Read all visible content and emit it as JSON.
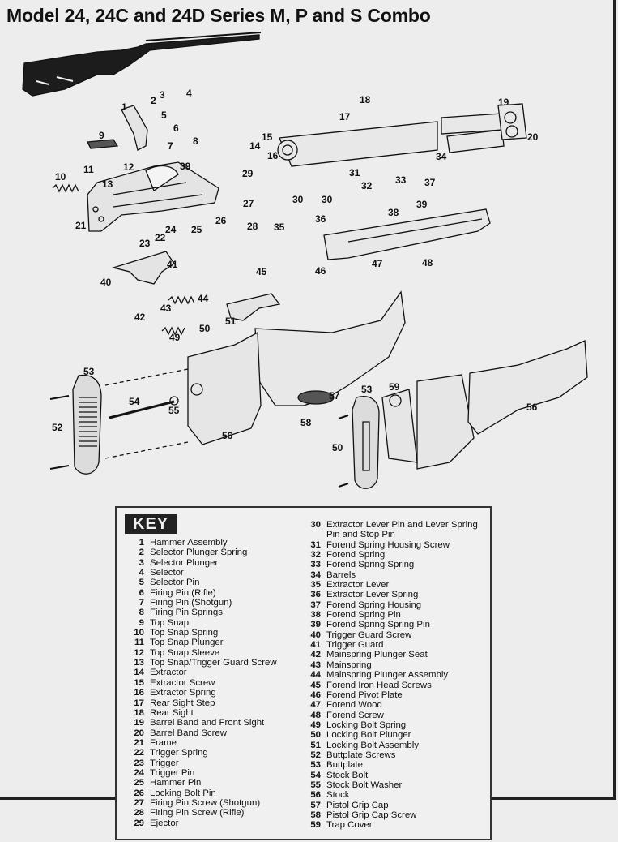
{
  "title": "Model 24, 24C and 24D Series M, P and S Combo",
  "key_heading": "KEY",
  "callouts": [
    "1",
    "2",
    "3",
    "4",
    "5",
    "6",
    "7",
    "8",
    "9",
    "10",
    "11",
    "12",
    "13",
    "14",
    "15",
    "16",
    "17",
    "18",
    "19",
    "20",
    "21",
    "22",
    "23",
    "24",
    "25",
    "26",
    "27",
    "28",
    "29",
    "30",
    "30",
    "31",
    "32",
    "33",
    "34",
    "35",
    "36",
    "37",
    "38",
    "39",
    "39",
    "40",
    "41",
    "42",
    "43",
    "44",
    "45",
    "46",
    "47",
    "48",
    "49",
    "50",
    "50",
    "51",
    "52",
    "53",
    "53",
    "54",
    "55",
    "56",
    "56",
    "57",
    "58",
    "59"
  ],
  "key_left": [
    {
      "n": "1",
      "t": "Hammer Assembly"
    },
    {
      "n": "2",
      "t": "Selector Plunger Spring"
    },
    {
      "n": "3",
      "t": "Selector Plunger"
    },
    {
      "n": "4",
      "t": "Selector"
    },
    {
      "n": "5",
      "t": "Selector Pin"
    },
    {
      "n": "6",
      "t": "Firing Pin (Rifle)"
    },
    {
      "n": "7",
      "t": "Firing Pin (Shotgun)"
    },
    {
      "n": "8",
      "t": "Firing Pin Springs"
    },
    {
      "n": "9",
      "t": "Top Snap"
    },
    {
      "n": "10",
      "t": "Top Snap Spring"
    },
    {
      "n": "11",
      "t": "Top Snap Plunger"
    },
    {
      "n": "12",
      "t": "Top Snap Sleeve"
    },
    {
      "n": "13",
      "t": "Top Snap/Trigger Guard Screw"
    },
    {
      "n": "14",
      "t": "Extractor"
    },
    {
      "n": "15",
      "t": "Extractor Screw"
    },
    {
      "n": "16",
      "t": "Extractor Spring"
    },
    {
      "n": "17",
      "t": "Rear Sight Step"
    },
    {
      "n": "18",
      "t": "Rear Sight"
    },
    {
      "n": "19",
      "t": "Barrel Band and Front Sight"
    },
    {
      "n": "20",
      "t": "Barrel Band Screw"
    },
    {
      "n": "21",
      "t": "Frame"
    },
    {
      "n": "22",
      "t": "Trigger Spring"
    },
    {
      "n": "23",
      "t": "Trigger"
    },
    {
      "n": "24",
      "t": "Trigger Pin"
    },
    {
      "n": "25",
      "t": "Hammer Pin"
    },
    {
      "n": "26",
      "t": "Locking Bolt Pin"
    },
    {
      "n": "27",
      "t": "Firing Pin Screw (Shotgun)"
    },
    {
      "n": "28",
      "t": "Firing Pin Screw (Rifle)"
    },
    {
      "n": "29",
      "t": "Ejector"
    }
  ],
  "key_right": [
    {
      "n": "30",
      "t": "Extractor Lever Pin and Lever Spring Pin and Stop Pin"
    },
    {
      "n": "31",
      "t": "Forend Spring Housing Screw"
    },
    {
      "n": "32",
      "t": "Forend Spring"
    },
    {
      "n": "33",
      "t": "Forend Spring Spring"
    },
    {
      "n": "34",
      "t": "Barrels"
    },
    {
      "n": "35",
      "t": "Extractor Lever"
    },
    {
      "n": "36",
      "t": "Extractor Lever Spring"
    },
    {
      "n": "37",
      "t": "Forend Spring Housing"
    },
    {
      "n": "38",
      "t": "Forend Spring Pin"
    },
    {
      "n": "39",
      "t": "Forend Spring Spring Pin"
    },
    {
      "n": "40",
      "t": "Trigger Guard Screw"
    },
    {
      "n": "41",
      "t": "Trigger Guard"
    },
    {
      "n": "42",
      "t": "Mainspring Plunger Seat"
    },
    {
      "n": "43",
      "t": "Mainspring"
    },
    {
      "n": "44",
      "t": "Mainspring Plunger Assembly"
    },
    {
      "n": "45",
      "t": "Forend Iron Head Screws"
    },
    {
      "n": "46",
      "t": "Forend Pivot Plate"
    },
    {
      "n": "47",
      "t": "Forend Wood"
    },
    {
      "n": "48",
      "t": "Forend Screw"
    },
    {
      "n": "49",
      "t": "Locking Bolt Spring"
    },
    {
      "n": "50",
      "t": "Locking Bolt Plunger"
    },
    {
      "n": "51",
      "t": "Locking Bolt Assembly"
    },
    {
      "n": "52",
      "t": "Buttplate Screws"
    },
    {
      "n": "53",
      "t": "Buttplate"
    },
    {
      "n": "54",
      "t": "Stock Bolt"
    },
    {
      "n": "55",
      "t": "Stock Bolt Washer"
    },
    {
      "n": "56",
      "t": "Stock"
    },
    {
      "n": "57",
      "t": "Pistol Grip Cap"
    },
    {
      "n": "58",
      "t": "Pistol Grip Cap Screw"
    },
    {
      "n": "59",
      "t": "Trap Cover"
    }
  ]
}
